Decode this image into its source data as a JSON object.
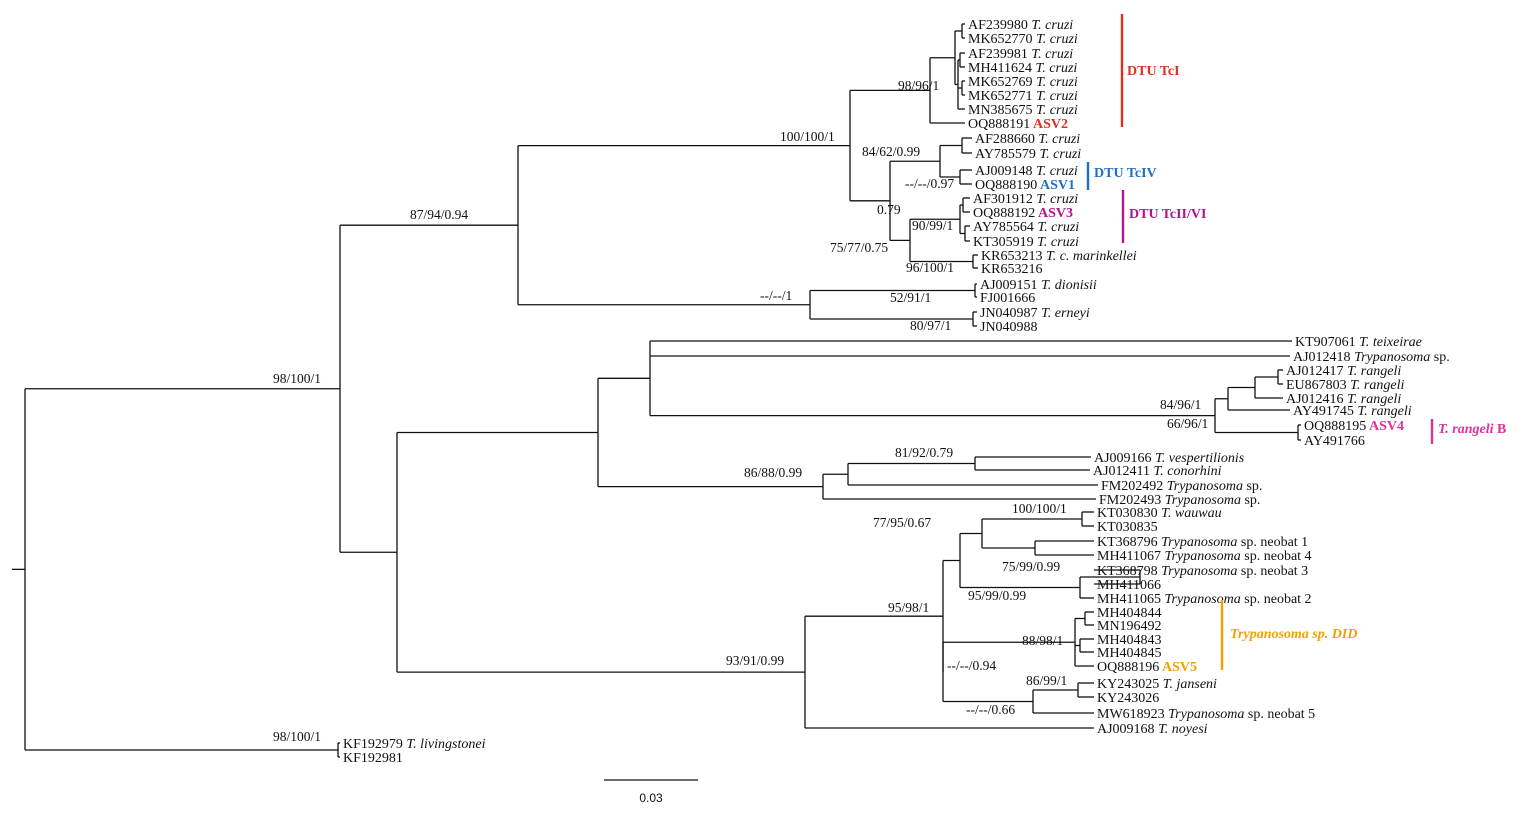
{
  "tips": [
    {
      "acc": "AF239980",
      "sp": "T. cruzi"
    },
    {
      "acc": "MK652770",
      "sp": "T. cruzi"
    },
    {
      "acc": "AF239981",
      "sp": "T. cruzi"
    },
    {
      "acc": "MH411624",
      "sp": "T. cruzi"
    },
    {
      "acc": "MK652769",
      "sp": "T. cruzi"
    },
    {
      "acc": "MK652771",
      "sp": "T. cruzi"
    },
    {
      "acc": "MN385675",
      "sp": "T. cruzi"
    },
    {
      "acc": "OQ888191",
      "sp": "",
      "asv": "ASV2"
    },
    {
      "acc": "AF288660",
      "sp": "T. cruzi"
    },
    {
      "acc": "AY785579",
      "sp": "T. cruzi"
    },
    {
      "acc": "AJ009148",
      "sp": "T. cruzi"
    },
    {
      "acc": "OQ888190",
      "sp": "",
      "asv": "ASV1"
    },
    {
      "acc": "AF301912",
      "sp": "T. cruzi"
    },
    {
      "acc": "OQ888192",
      "sp": "",
      "asv": "ASV3"
    },
    {
      "acc": "AY785564",
      "sp": "T. cruzi"
    },
    {
      "acc": "KT305919",
      "sp": "T. cruzi"
    },
    {
      "acc": "KR653213",
      "sp": "T. c. marinkellei"
    },
    {
      "acc": "KR653216",
      "sp": ""
    },
    {
      "acc": "AJ009151",
      "sp": "T. dionisii"
    },
    {
      "acc": "FJ001666",
      "sp": ""
    },
    {
      "acc": "JN040987",
      "sp": "T. erneyi"
    },
    {
      "acc": "JN040988",
      "sp": ""
    },
    {
      "acc": "KT907061",
      "sp": "T. teixeirae"
    },
    {
      "acc": "AJ012418",
      "sp": "Trypanosoma",
      "sp2": "sp."
    },
    {
      "acc": "AJ012417",
      "sp": "T. rangeli"
    },
    {
      "acc": "EU867803",
      "sp": "T. rangeli"
    },
    {
      "acc": "AJ012416",
      "sp": "T. rangeli"
    },
    {
      "acc": "AY491745",
      "sp": "T. rangeli"
    },
    {
      "acc": "OQ888195",
      "sp": "",
      "asv": "ASV4"
    },
    {
      "acc": "AY491766",
      "sp": ""
    },
    {
      "acc": "AJ009166",
      "sp": "T. vespertilionis"
    },
    {
      "acc": "AJ012411",
      "sp": "T. conorhini"
    },
    {
      "acc": "FM202492",
      "sp": "Trypanosoma",
      "sp2": "sp."
    },
    {
      "acc": "FM202493",
      "sp": "Trypanosoma",
      "sp2": "sp."
    },
    {
      "acc": "KT030830",
      "sp": "T. wauwau"
    },
    {
      "acc": "KT030835",
      "sp": ""
    },
    {
      "acc": "KT368796",
      "sp": "Trypanosoma",
      "sp2": "sp. neobat 1"
    },
    {
      "acc": "MH411067",
      "sp": "Trypanosoma",
      "sp2": "sp. neobat 4"
    },
    {
      "acc": "KT368798",
      "sp": "Trypanosoma",
      "sp2": "sp. neobat 3"
    },
    {
      "acc": "MH411066",
      "sp": ""
    },
    {
      "acc": "MH411065",
      "sp": "Trypanosoma",
      "sp2": "sp. neobat 2"
    },
    {
      "acc": "MH404844",
      "sp": ""
    },
    {
      "acc": "MN196492",
      "sp": ""
    },
    {
      "acc": "MH404843",
      "sp": ""
    },
    {
      "acc": "MH404845",
      "sp": ""
    },
    {
      "acc": "OQ888196",
      "sp": "",
      "asv": "ASV5"
    },
    {
      "acc": "KY243025",
      "sp": "T. janseni"
    },
    {
      "acc": "KY243026",
      "sp": ""
    },
    {
      "acc": "MW618923",
      "sp": "Trypanosoma",
      "sp2": "sp. neobat 5"
    },
    {
      "acc": "AJ009168",
      "sp": "T. noyesi"
    },
    {
      "acc": "KF192979",
      "sp": "T. livingstonei"
    },
    {
      "acc": "KF192981",
      "sp": ""
    }
  ],
  "supports": [
    "98/100/1",
    "87/94/0.94",
    "100/100/1",
    "98/96/1",
    "84/62/0.99",
    "--/--/0.97",
    "0.79",
    "90/99/1",
    "75/77/0.75",
    "96/100/1",
    "--/--/1",
    "52/91/1",
    "80/97/1",
    "84/96/1",
    "66/96/1",
    "81/92/0.79",
    "86/88/0.99",
    "100/100/1",
    "77/95/0.67",
    "75/99/0.99",
    "95/99/0.99",
    "95/98/1",
    "88/98/1",
    "86/99/1",
    "--/--/0.66",
    "--/--/0.94",
    "93/91/0.99",
    "98/100/1"
  ],
  "groups": [
    {
      "label": "DTU TcI",
      "color": "#e0301e"
    },
    {
      "label": "DTU TcIV",
      "color": "#1f6fc5"
    },
    {
      "label": "DTU TcII/VI",
      "color": "#b0148c"
    },
    {
      "label": "T. rangeli B",
      "color": "#e0309a",
      "italic_part": "T. rangeli",
      "rest": " B"
    },
    {
      "label": "Trypanosoma sp. DID",
      "color": "#f5a000",
      "italic_part": "Trypanosoma sp. DID"
    }
  ],
  "asv_colors": {
    "ASV2": "#e0301e",
    "ASV1": "#1f6fc5",
    "ASV3": "#b0148c",
    "ASV4": "#e0309a",
    "ASV5": "#f5a000"
  },
  "scale": {
    "value": "0.03"
  }
}
